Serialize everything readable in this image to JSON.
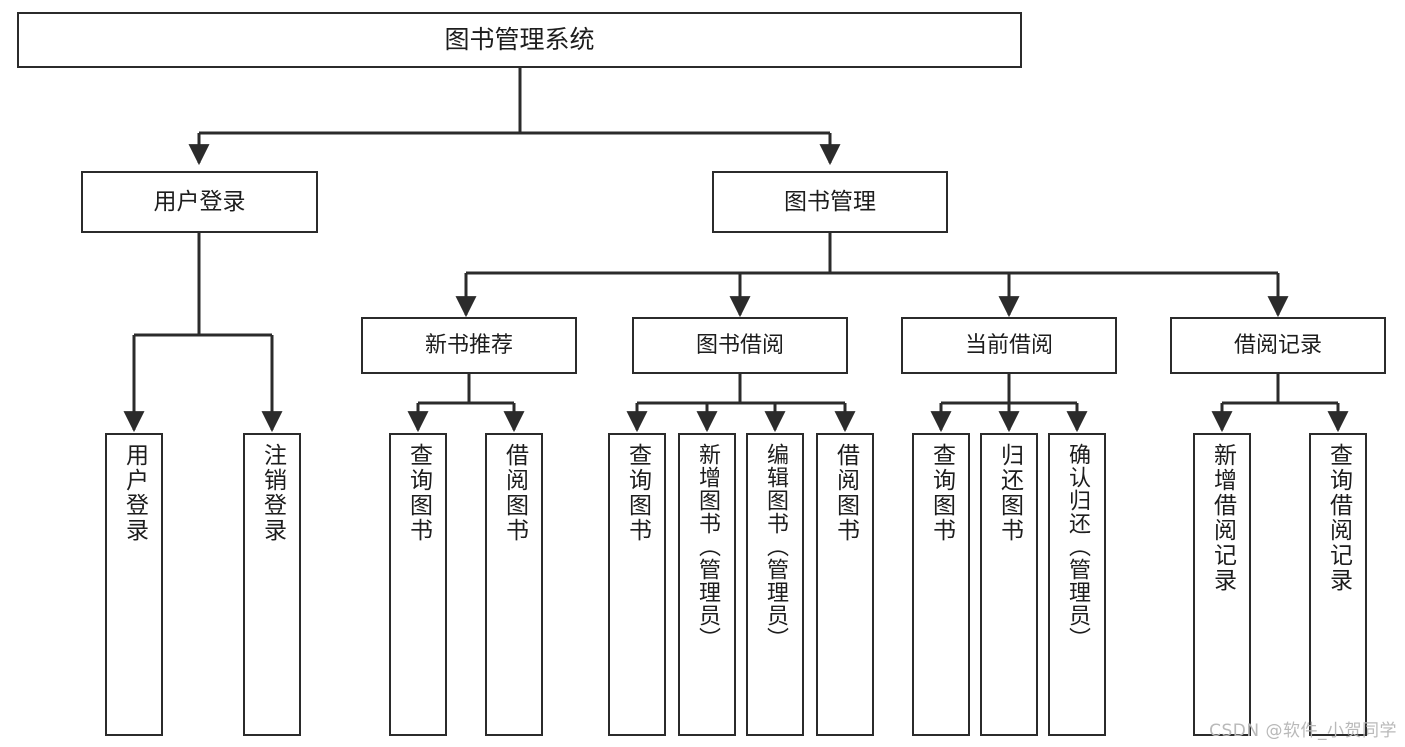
{
  "diagram": {
    "type": "tree-hierarchy",
    "title": "图书管理系统",
    "orientation": "top-down",
    "colors": {
      "box_border": "#2b2b2b",
      "box_fill": "#ffffff",
      "connector": "#2b2b2b",
      "background": "#ffffff",
      "watermark": "#b9b9b9"
    },
    "root": {
      "label": "图书管理系统"
    },
    "tier2": [
      {
        "label": "用户登录"
      },
      {
        "label": "图书管理"
      }
    ],
    "tier3": [
      {
        "label": "新书推荐"
      },
      {
        "label": "图书借阅"
      },
      {
        "label": "当前借阅"
      },
      {
        "label": "借阅记录"
      }
    ],
    "leaves": [
      {
        "label": "用户登录",
        "parent": "用户登录"
      },
      {
        "label": "注销登录",
        "parent": "用户登录"
      },
      {
        "label": "查询图书",
        "parent": "新书推荐"
      },
      {
        "label": "借阅图书",
        "parent": "新书推荐"
      },
      {
        "label": "查询图书",
        "parent": "图书借阅"
      },
      {
        "label": "新增图书（管理员）",
        "parent": "图书借阅"
      },
      {
        "label": "编辑图书（管理员）",
        "parent": "图书借阅"
      },
      {
        "label": "借阅图书",
        "parent": "图书借阅"
      },
      {
        "label": "查询图书",
        "parent": "当前借阅"
      },
      {
        "label": "归还图书",
        "parent": "当前借阅"
      },
      {
        "label": "确认归还（管理员）",
        "parent": "当前借阅"
      },
      {
        "label": "新增借阅记录",
        "parent": "借阅记录"
      },
      {
        "label": "查询借阅记录",
        "parent": "借阅记录"
      }
    ],
    "watermark": "CSDN @软件_小贺同学"
  }
}
